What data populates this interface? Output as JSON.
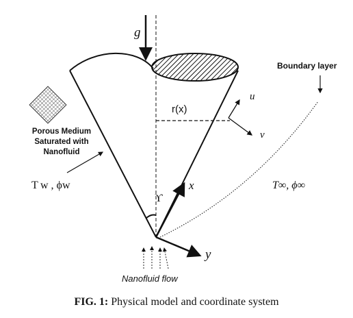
{
  "figure": {
    "labels": {
      "gravity": "g",
      "radius": "r(x)",
      "velocity_u": "u",
      "velocity_v": "v",
      "axis_x": "x",
      "axis_y": "y",
      "half_angle": "ϒ",
      "boundary_layer": "Boundary layer",
      "porous_medium_line1": "Porous Medium",
      "porous_medium_line2": "Saturated with",
      "porous_medium_line3": "Nanofluid",
      "wall_conditions": "T w , ϕw",
      "ambient_conditions": "T∞, ϕ∞",
      "flow": "Nanofluid flow"
    },
    "caption": {
      "prefix": "FIG. 1:",
      "text": " Physical model and coordinate system"
    }
  }
}
